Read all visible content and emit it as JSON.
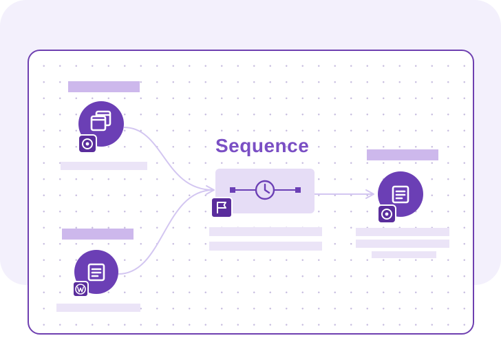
{
  "diagram": {
    "title": "Sequence",
    "colors": {
      "accent": "#6b3fb5",
      "accent_dark": "#5a2d9c",
      "title": "#7a4fc4",
      "placeholder_strong": "#cdb8ec",
      "placeholder_light": "#ebe4f7",
      "connector": "#d3c6f1",
      "background_card": "#f3f0fc",
      "frame_border": "#6e3fb0"
    },
    "nodes": [
      {
        "id": "source-top",
        "icon": "windows-stack-icon",
        "badge_icon": "target-badge-icon"
      },
      {
        "id": "source-bottom",
        "icon": "document-icon",
        "badge_icon": "wordpress-badge-icon"
      },
      {
        "id": "sequence",
        "icon": "clock-icon",
        "badge_icon": "flag-badge-icon"
      },
      {
        "id": "destination",
        "icon": "document-icon",
        "badge_icon": "target-badge-icon"
      }
    ]
  }
}
